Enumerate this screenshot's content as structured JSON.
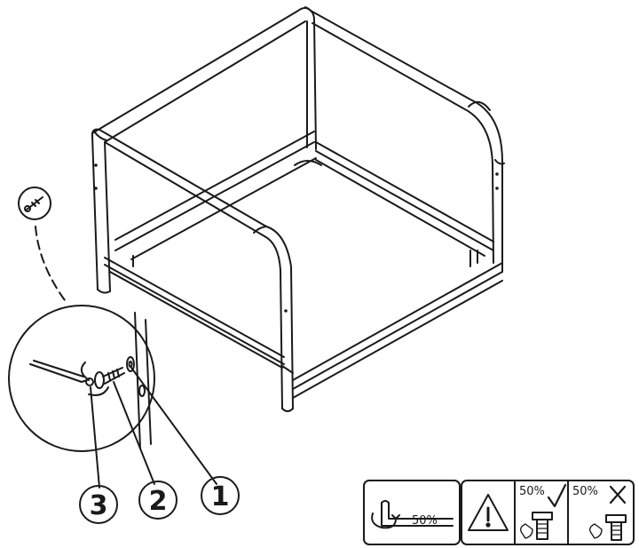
{
  "steps": [
    {
      "label": "1",
      "part": "washer"
    },
    {
      "label": "2",
      "part": "screw"
    },
    {
      "label": "3",
      "part": "allen-key"
    }
  ],
  "tighten_panel": {
    "percent": "50%",
    "icon": "allen-key-rotate-icon"
  },
  "warning_panel": {
    "icon": "warning-triangle-icon",
    "correct": {
      "percent": "50%",
      "mark": "check-icon"
    },
    "incorrect": {
      "percent": "50%",
      "mark": "cross-icon"
    }
  },
  "colors": {
    "line": "#1a1a1a",
    "background": "#ffffff"
  }
}
